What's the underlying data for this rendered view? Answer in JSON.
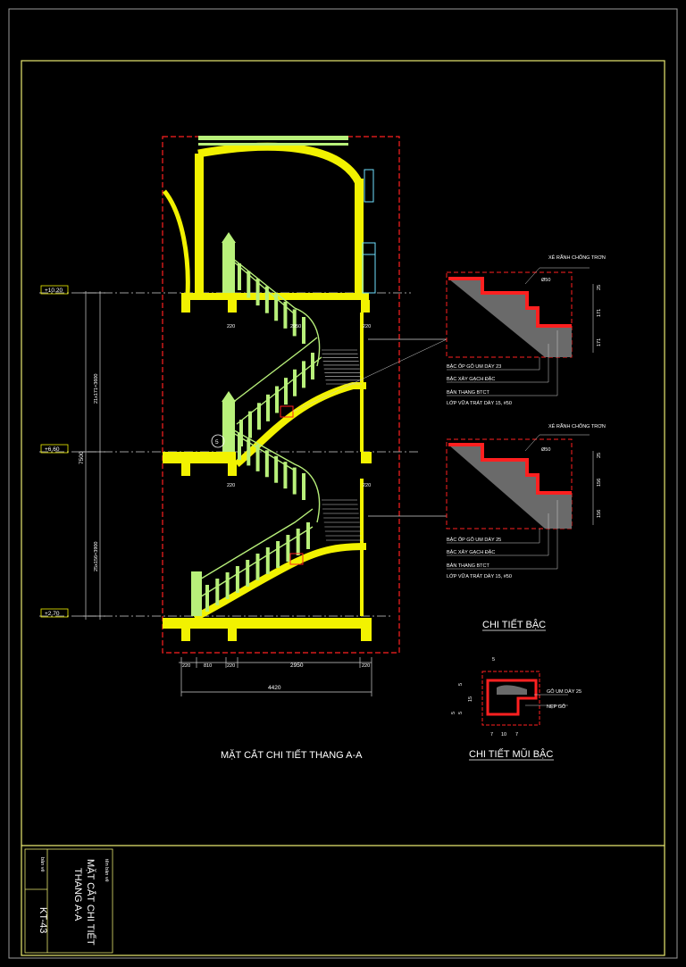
{
  "colors": {
    "background": "#000000",
    "frame": "#e8e870",
    "structure": "#f2f200",
    "section_cut": "#ff2020",
    "railing": "#b8f07a",
    "hatch": "#6a6a6a",
    "text": "#ffffff",
    "grey_line": "#cfcfcf",
    "cyan": "#70e0ff"
  },
  "levels": [
    "+10.20",
    "+6.60",
    "+2.70"
  ],
  "dimensions": {
    "vertical_total": "7500",
    "vertical_upper": "21x171=3600",
    "vertical_lower": "25x156=3900",
    "bottom_segments": [
      "220",
      "810",
      "220",
      "2950",
      "220"
    ],
    "bottom_total": "4420",
    "stair_run_upper": "2950",
    "small_220": "220"
  },
  "main_title": "MẶT CẮT CHI TIẾT THANG A-A",
  "section_marker": "5",
  "detail_upper": {
    "top_label": "XẺ RÃNH CHỐNG TRƠN",
    "dim_phi": "Ø50",
    "dims_right": [
      "25",
      "171",
      "171"
    ],
    "notes": [
      "BẬC ỐP GỖ UM DÀY 23",
      "BẬC XÂY GẠCH ĐẶC",
      "BẢN THANG BTCT",
      "LỚP VỮA TRÁT DÀY 15, #50"
    ]
  },
  "detail_lower": {
    "top_label": "XẺ RÃNH CHỐNG TRƠN",
    "dim_phi": "Ø50",
    "dims_right": [
      "25",
      "156",
      "156"
    ],
    "notes": [
      "BẬC ỐP GỖ UM DÀY 25",
      "BẬC XÂY GẠCH ĐẶC",
      "BẢN THANG BTCT",
      "LỚP VỮA TRÁT DÀY 15, #50"
    ]
  },
  "chi_tiet_bac": "CHI TIẾT BẬC",
  "nose_detail": {
    "title": "CHI TIẾT MŨI BẬC",
    "labels": [
      "GỖ UM DÀY 25",
      "NẸP GỖ"
    ],
    "dims_top": [
      "5"
    ],
    "dims_left": [
      "5",
      "15",
      "5",
      "5"
    ],
    "dims_bottom": [
      "7",
      "10",
      "7"
    ]
  },
  "title_block": {
    "header_label": "tên bản vẽ",
    "drawing_title_line1": "MẶT CẮT CHI TIẾT",
    "drawing_title_line2": "THANG A-A",
    "sheet_label": "bản vẽ",
    "sheet_number": "KT-43"
  }
}
